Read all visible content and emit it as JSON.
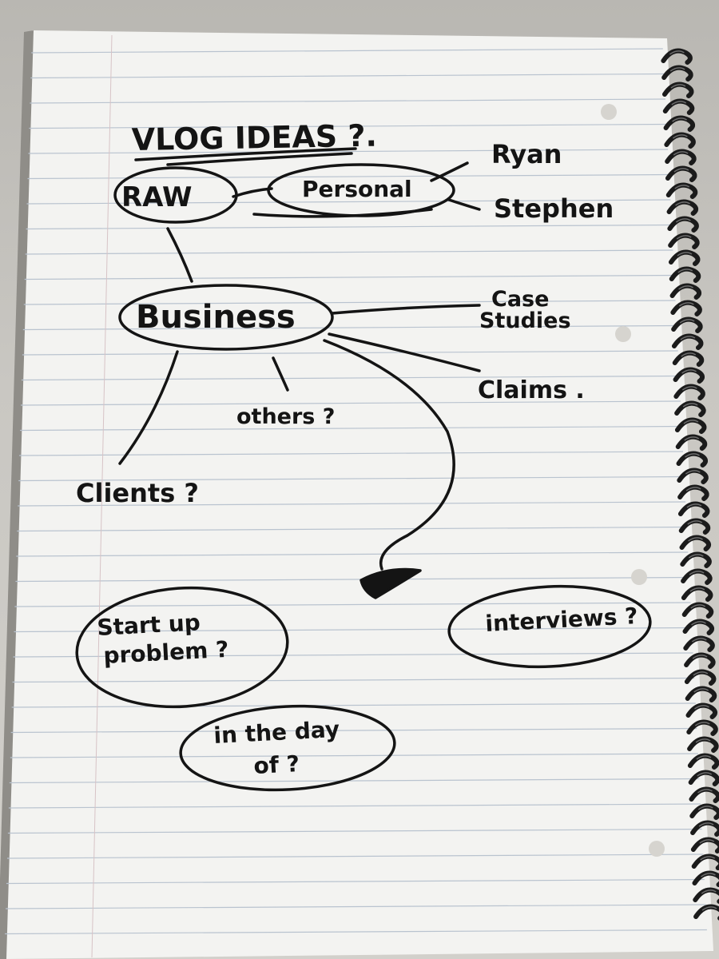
{
  "notebook": {
    "paper_color": "#f3f3f1",
    "rule_color": "#b9c3cf",
    "ink_color": "#141414",
    "spiral_color": "#1b1b1b"
  },
  "notes": {
    "title": "VLOG IDEAS ?.",
    "raw": "RAW",
    "personal": "Personal",
    "ryan": "Ryan",
    "stephen": "Stephen",
    "business": "Business",
    "case_line1": "Case",
    "case_line2": "Studies",
    "claims": "Claims .",
    "others": "others ?",
    "clients": "Clients ?",
    "startup_line1": "Start up",
    "startup_line2": "problem ?",
    "interviews": "interviews ?",
    "day_line1": "in the day",
    "day_line2": "of ?"
  }
}
